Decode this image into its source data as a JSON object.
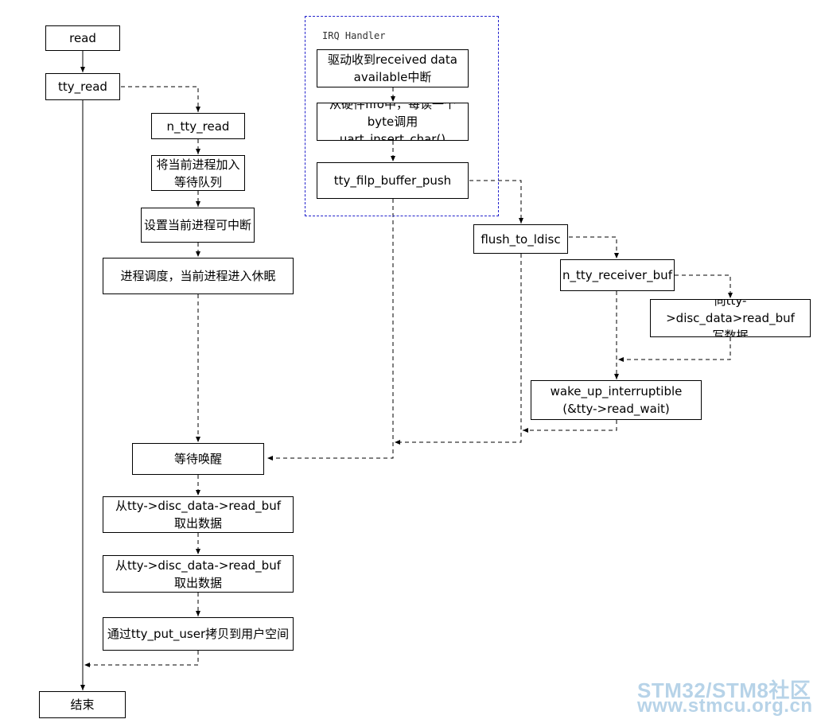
{
  "irq": {
    "label": "IRQ Handler"
  },
  "nodes": {
    "read": "read",
    "tty_read": "tty_read",
    "n_tty_read": "n_tty_read",
    "add_queue": "将当前进程加入\n等待队列",
    "set_interruptible": "设置当前进程可中断",
    "schedule": "进程调度，当前进程进入休眠",
    "wait_wakeup": "等待唤醒",
    "take_data_1": "从tty->disc_data->read_buf\n取出数据",
    "take_data_2": "从tty->disc_data->read_buf\n取出数据",
    "copy_to_user": "通过tty_put_user拷贝到用户空间",
    "end": "结束",
    "irq_received": "驱动收到received data\navailable中断",
    "irq_insert": "从硬件fifo中，每读一个\nbyte调用uart_insert_char()",
    "flip_push": "tty_filp_buffer_push",
    "flush_ldisc": "flush_to_ldisc",
    "receiver_buf": "n_tty_receiver_buf",
    "write_buf": "向tty->disc_data>read_buf\n写数据",
    "wake_up": "wake_up_interruptible\n(&tty->read_wait)"
  },
  "watermark": {
    "line1": "STM32/STM8社区",
    "line2": "www.stmcu.org.cn"
  }
}
